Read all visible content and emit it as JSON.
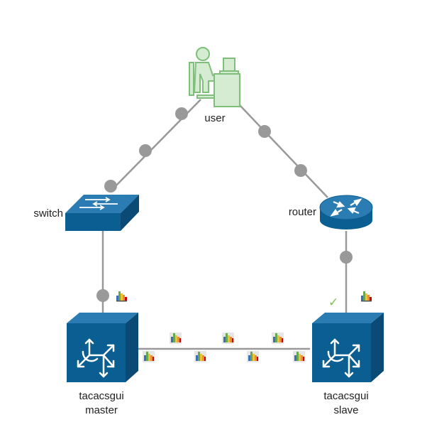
{
  "nodes": {
    "user": {
      "label": "user",
      "icon": "user-workstation-icon"
    },
    "switch": {
      "label": "switch",
      "icon": "network-switch-icon"
    },
    "router": {
      "label": "router",
      "icon": "router-icon"
    },
    "master": {
      "label_line1": "tacacsgui",
      "label_line2": "master",
      "icon": "server-cube-icon"
    },
    "slave": {
      "label_line1": "tacacsgui",
      "label_line2": "slave",
      "icon": "server-cube-icon",
      "status": "✓"
    }
  },
  "colors": {
    "device_blue": "#0b5e91",
    "device_top": "#2a7cb2",
    "device_side": "#0a4a74",
    "link_gray": "#999999",
    "user_green": "#7fbf7b",
    "user_fill": "#d5ecd3",
    "status_green": "#7fbf5a"
  }
}
